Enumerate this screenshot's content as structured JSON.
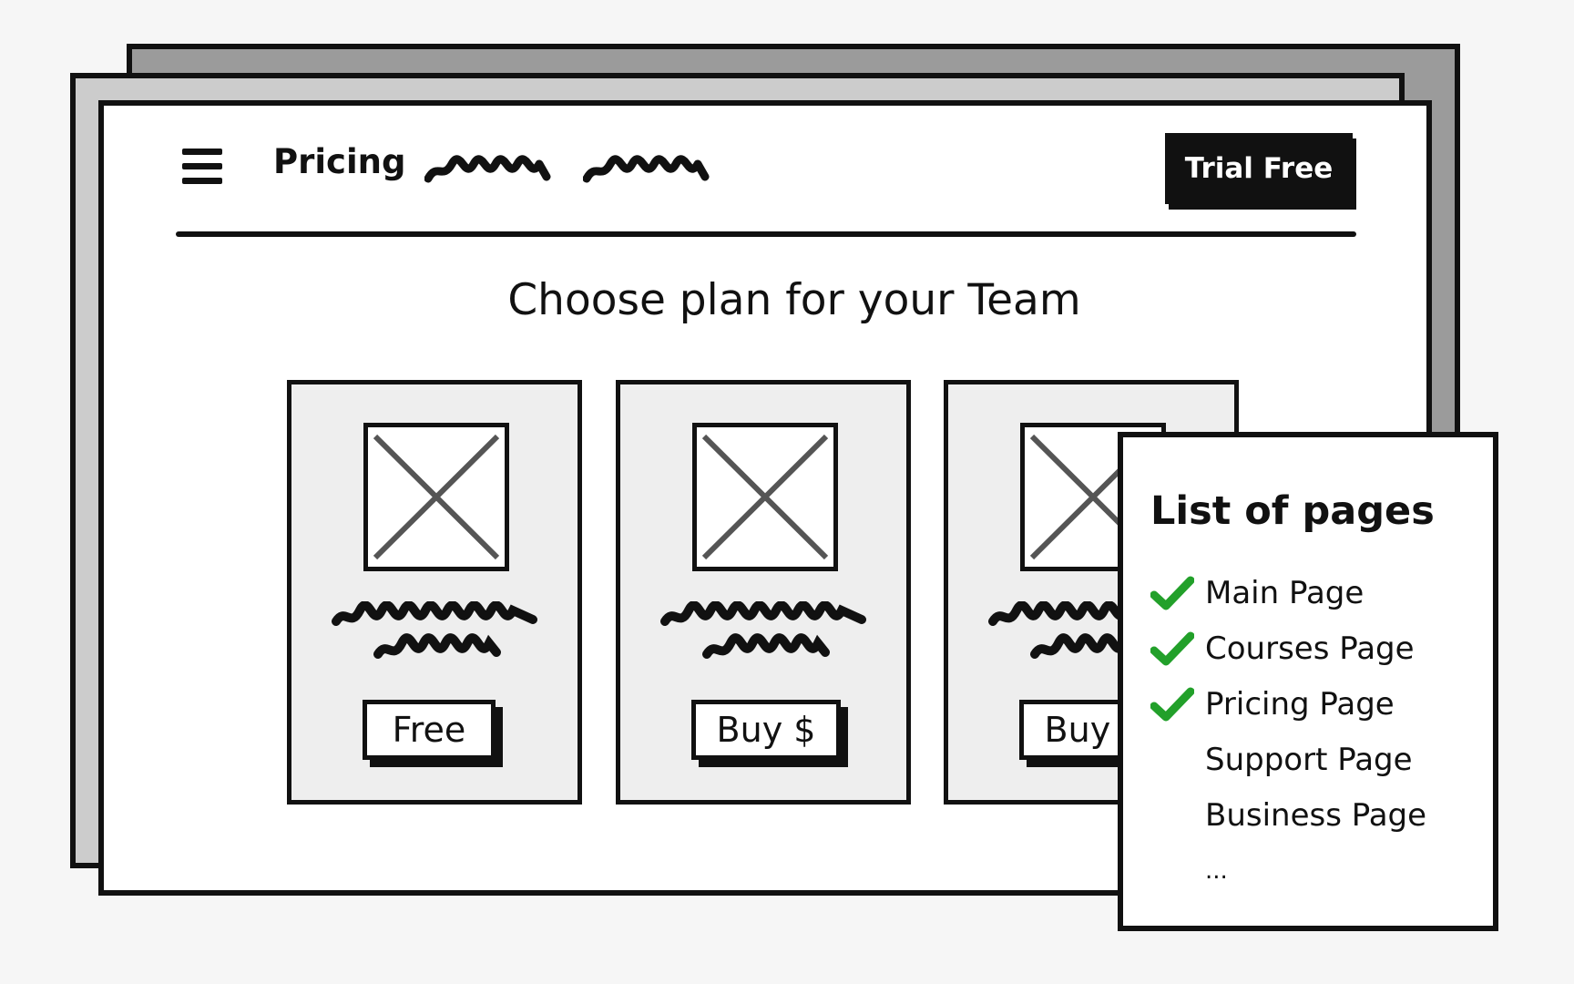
{
  "header": {
    "nav_items": [
      {
        "label": "Pricing"
      }
    ],
    "trial_button_label": "Trial Free"
  },
  "main": {
    "title": "Choose plan for your Team",
    "plans": [
      {
        "button_label": "Free"
      },
      {
        "button_label": "Buy $"
      },
      {
        "button_label": "Buy $"
      }
    ]
  },
  "pages_panel": {
    "title": "List of pages",
    "items": [
      {
        "label": "Main Page",
        "checked": true
      },
      {
        "label": "Courses Page",
        "checked": true
      },
      {
        "label": "Pricing Page",
        "checked": true
      },
      {
        "label": "Support Page",
        "checked": false
      },
      {
        "label": "Business Page",
        "checked": false
      },
      {
        "label": "...",
        "checked": false
      }
    ]
  },
  "colors": {
    "ink": "#111111",
    "check_green": "#22a02a",
    "card_fill": "#eeeeee",
    "back_sheet": "#9b9b9b",
    "mid_sheet": "#cccccc"
  },
  "icons": [
    "menu-icon",
    "image-placeholder-icon",
    "check-icon"
  ]
}
